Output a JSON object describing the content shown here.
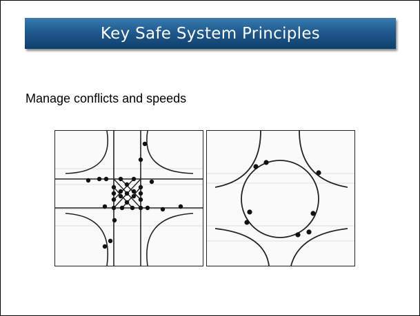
{
  "slide": {
    "title": "Key Safe System Principles",
    "subtitle": "Manage conflicts and speeds"
  },
  "diagrams": [
    {
      "name": "intersection",
      "conflict_points": 32
    },
    {
      "name": "roundabout",
      "conflict_points": 8
    }
  ],
  "colors": {
    "title_bar": "#1f5a8e",
    "title_text": "#ffffff"
  }
}
